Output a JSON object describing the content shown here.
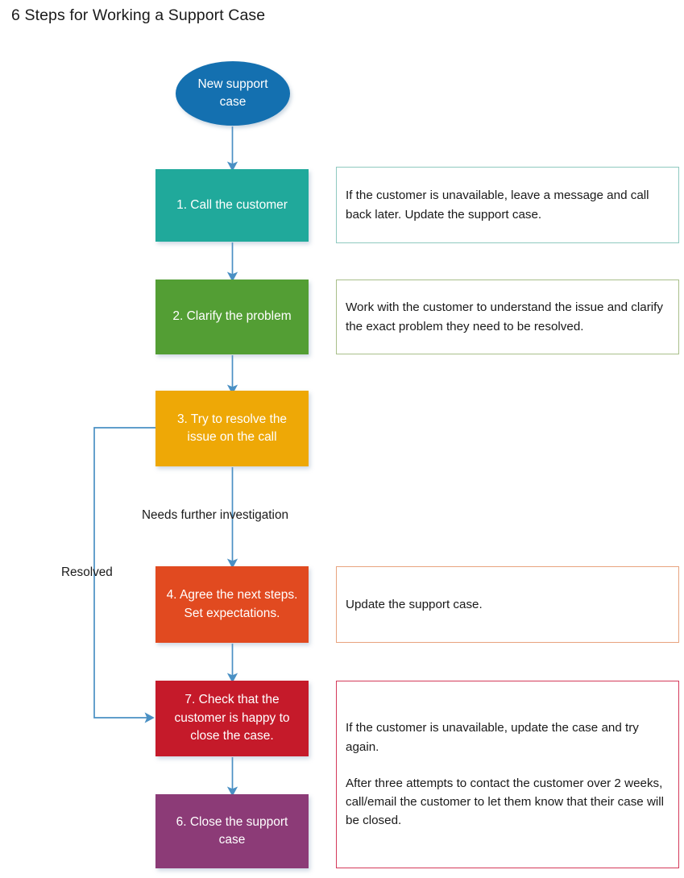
{
  "page": {
    "title": "6 Steps for Working a Support Case",
    "background": "#ffffff"
  },
  "colors": {
    "start_fill": "#1470B0",
    "step1_fill": "#20A99B",
    "step2_fill": "#539E34",
    "step3_fill": "#EEA806",
    "step4_fill": "#E14A20",
    "step7_fill": "#C51A2A",
    "step6_fill": "#8C3B77",
    "connector": "#4A90C4",
    "note1_border": "#8FC9C0",
    "note2_border": "#A9BF8A",
    "note4_border": "#E8A37E",
    "note7_border": "#D4395A",
    "text_on_fill": "#FFFFFF",
    "text_body": "#1A1A1A"
  },
  "flow": {
    "start": {
      "label": "New support case",
      "shape": "ellipse"
    },
    "steps": [
      {
        "id": "step-1",
        "label": "1. Call the customer",
        "fill": "#20A99B"
      },
      {
        "id": "step-2",
        "label": "2. Clarify the problem",
        "fill": "#539E34"
      },
      {
        "id": "step-3",
        "label": "3. Try to resolve the issue on the call",
        "fill": "#EEA806"
      },
      {
        "id": "step-4",
        "label": "4. Agree the next steps. Set expectations.",
        "fill": "#E14A20"
      },
      {
        "id": "step-7",
        "label": "7. Check that the customer is happy to close the case.",
        "fill": "#C51A2A"
      },
      {
        "id": "step-6",
        "label": "6. Close the support case",
        "fill": "#8C3B77"
      }
    ],
    "notes": [
      {
        "id": "note-1",
        "for_step": "step-1",
        "text": "If the customer is unavailable, leave a message and call back later.  Update the support case.",
        "border": "#8FC9C0"
      },
      {
        "id": "note-2",
        "for_step": "step-2",
        "text": "Work with the customer to understand the issue and clarify the exact problem they need to be resolved.",
        "border": "#A9BF8A"
      },
      {
        "id": "note-4",
        "for_step": "step-4",
        "text": "Update the support case.",
        "border": "#E8A37E"
      },
      {
        "id": "note-7",
        "for_step": "step-7",
        "paragraph_1": "If the customer is unavailable, update the case and try again.",
        "paragraph_2": "After three attempts to contact the customer over 2 weeks, call/email the customer to let them know that their case will be closed.",
        "border": "#D4395A"
      }
    ],
    "edge_labels": [
      {
        "id": "edge-needs-investigation",
        "text": "Needs further investigation"
      },
      {
        "id": "edge-resolved",
        "text": "Resolved"
      }
    ]
  }
}
